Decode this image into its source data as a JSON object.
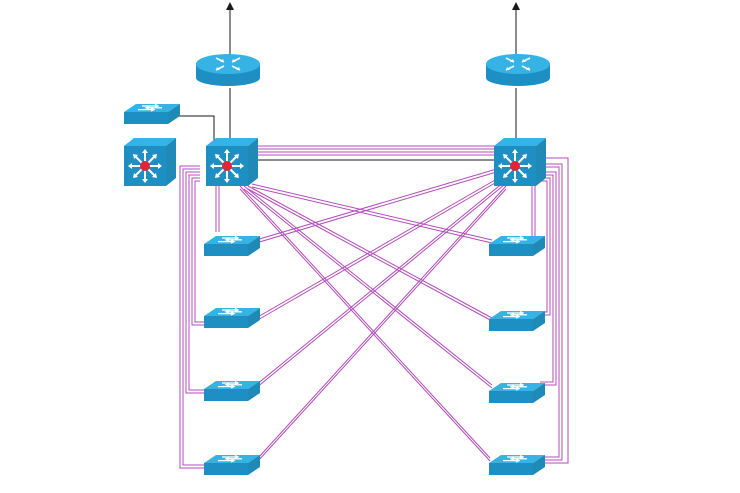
{
  "diagram": {
    "colors": {
      "background": "#ffffff",
      "device_top": "#34b3e4",
      "device_side": "#1f8ab6",
      "device_front": "#1e8fc2",
      "icon_white": "#ffffff",
      "hub_red": "#e2233a",
      "link_magenta": "#b04bb8",
      "link_black": "#1a1a1a"
    },
    "devices": [
      {
        "id": "router-left",
        "kind": "router"
      },
      {
        "id": "router-right",
        "kind": "router"
      },
      {
        "id": "core-switch-left",
        "kind": "multilayer-switch"
      },
      {
        "id": "core-switch-right",
        "kind": "multilayer-switch"
      },
      {
        "id": "aux-multilayer-switch",
        "kind": "multilayer-switch"
      },
      {
        "id": "aux-access-switch",
        "kind": "workgroup-switch"
      },
      {
        "id": "access-switch-left-1",
        "kind": "workgroup-switch"
      },
      {
        "id": "access-switch-left-2",
        "kind": "workgroup-switch"
      },
      {
        "id": "access-switch-left-3",
        "kind": "workgroup-switch"
      },
      {
        "id": "access-switch-left-4",
        "kind": "workgroup-switch"
      },
      {
        "id": "access-switch-right-1",
        "kind": "workgroup-switch"
      },
      {
        "id": "access-switch-right-2",
        "kind": "workgroup-switch"
      },
      {
        "id": "access-switch-right-3",
        "kind": "workgroup-switch"
      },
      {
        "id": "access-switch-right-4",
        "kind": "workgroup-switch"
      }
    ],
    "uplink_arrows": 2,
    "link_style": "double magenta lines between core and access switches; single black uplinks"
  }
}
